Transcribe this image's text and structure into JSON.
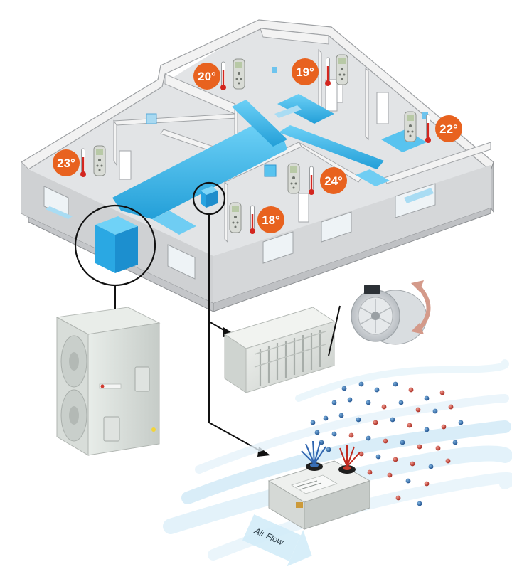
{
  "zones": [
    {
      "id": "zone-1",
      "temperature": "20°"
    },
    {
      "id": "zone-2",
      "temperature": "19°"
    },
    {
      "id": "zone-3",
      "temperature": "22°"
    },
    {
      "id": "zone-4",
      "temperature": "23°"
    },
    {
      "id": "zone-5",
      "temperature": "24°"
    },
    {
      "id": "zone-6",
      "temperature": "18°"
    }
  ],
  "airflow": {
    "label": "Air Flow"
  },
  "colors": {
    "badge": "#e8621f",
    "duct": "#3db4ea",
    "wall_top": "#efefef",
    "wall_side": "#c8c9cb",
    "floor": "#e3e5e7",
    "arrow": "#111111"
  },
  "icons": [
    "thermometer-icon",
    "remote-control-icon",
    "indoor-unit-icon",
    "outdoor-unit-icon",
    "vent-grille-icon",
    "damper-icon",
    "rotate-arrow-icon",
    "controller-icon"
  ]
}
